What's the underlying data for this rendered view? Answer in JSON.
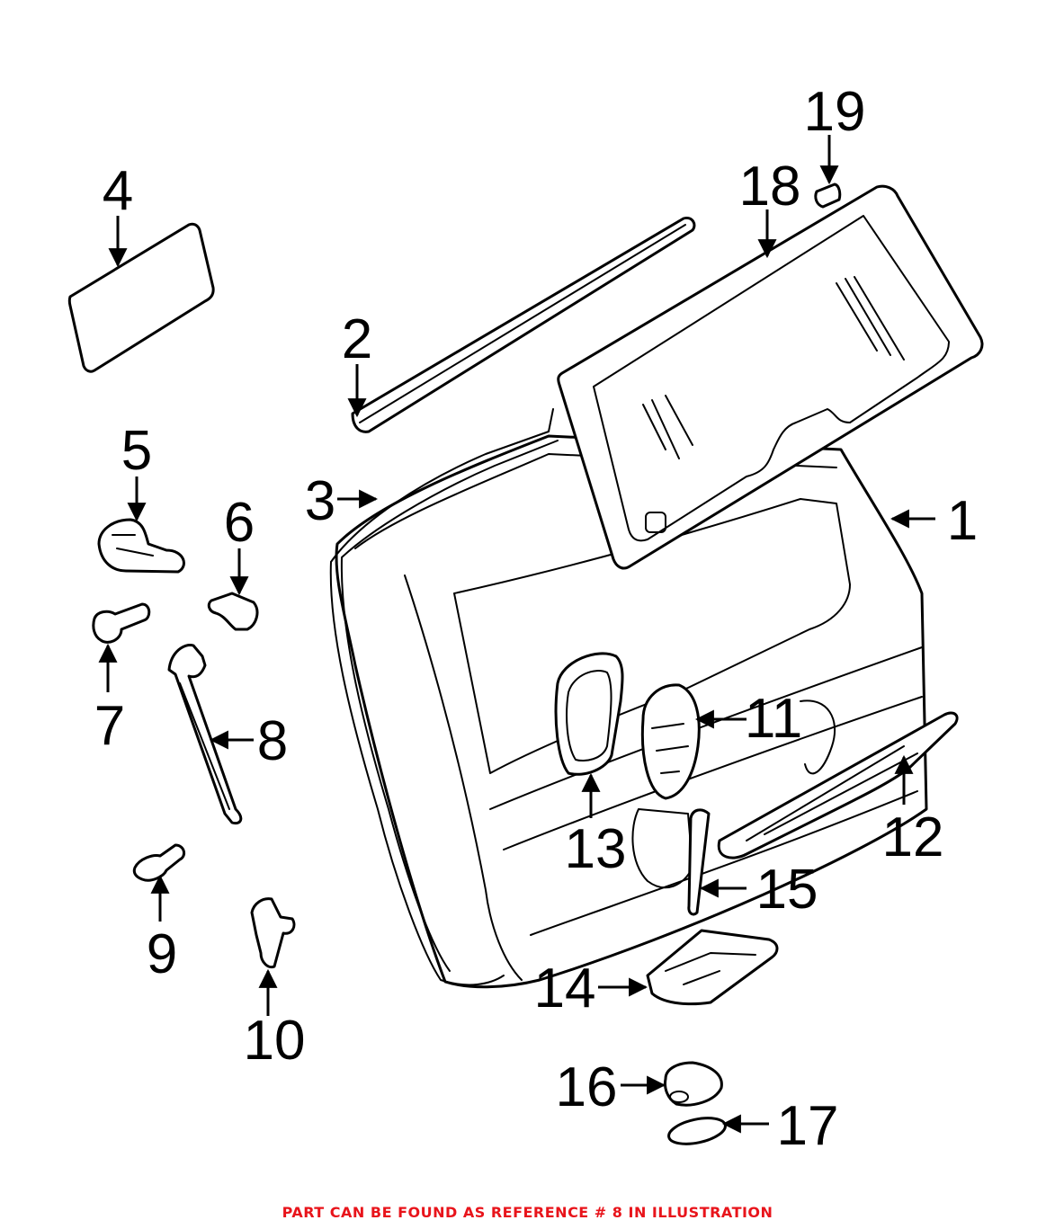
{
  "diagram": {
    "callouts": [
      {
        "id": "1",
        "label": "1"
      },
      {
        "id": "2",
        "label": "2"
      },
      {
        "id": "3",
        "label": "3"
      },
      {
        "id": "4",
        "label": "4"
      },
      {
        "id": "5",
        "label": "5"
      },
      {
        "id": "6",
        "label": "6"
      },
      {
        "id": "7",
        "label": "7"
      },
      {
        "id": "8",
        "label": "8"
      },
      {
        "id": "9",
        "label": "9"
      },
      {
        "id": "10",
        "label": "10"
      },
      {
        "id": "11",
        "label": "11"
      },
      {
        "id": "12",
        "label": "12"
      },
      {
        "id": "13",
        "label": "13"
      },
      {
        "id": "14",
        "label": "14"
      },
      {
        "id": "15",
        "label": "15"
      },
      {
        "id": "16",
        "label": "16"
      },
      {
        "id": "17",
        "label": "17"
      },
      {
        "id": "18",
        "label": "18"
      },
      {
        "id": "19",
        "label": "19"
      }
    ]
  },
  "footer": {
    "note": "PART CAN BE FOUND AS REFERENCE # 8 IN ILLUSTRATION",
    "color": "#e8141b"
  }
}
